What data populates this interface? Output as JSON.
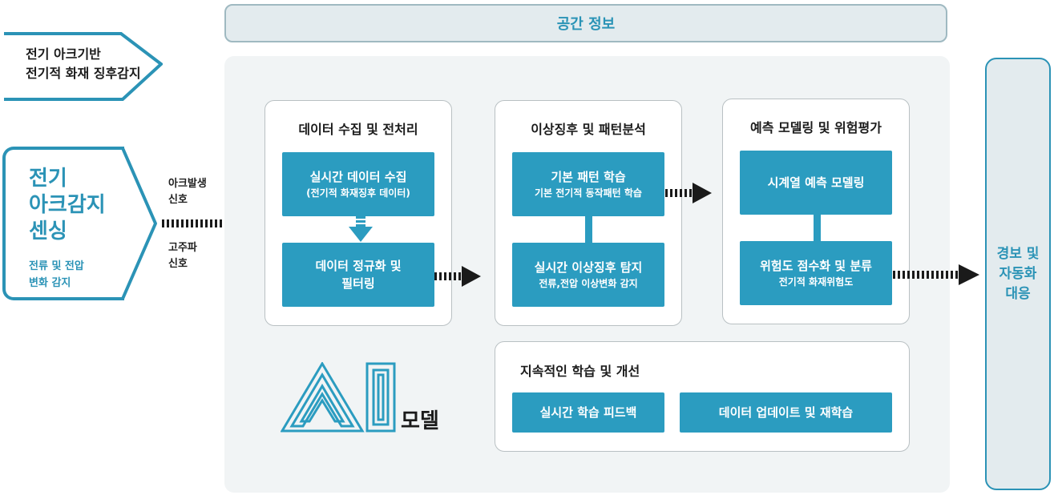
{
  "colors": {
    "accent": "#2b9cc0",
    "accent_dark": "#2b93b6",
    "panel": "#f1f4f5",
    "bar": "#e3ebee"
  },
  "top_bar": {
    "label": "공간 정보"
  },
  "title": {
    "line1": "전기 아크기반",
    "line2": "전기적 화재  징후감지"
  },
  "sensing": {
    "title1": "전기",
    "title2": "아크감지",
    "title3": "센싱",
    "sub1": "전류 및 전압",
    "sub2": "변화 감지"
  },
  "signals": {
    "arc1": "아크발생",
    "arc2": "신호",
    "hf1": "고주파",
    "hf2": "신호"
  },
  "stages": {
    "collect": {
      "title": "데이터 수집 및 전처리",
      "box1_l1": "실시간 데이터 수집",
      "box1_l2": "(전기적 화재징후 데이터)",
      "box2_l1": "데이터 정규화 및",
      "box2_l2": "필터링"
    },
    "pattern": {
      "title": "이상징후 및 패턴분석",
      "box1_l1": "기본 패턴 학습",
      "box1_l2": "기본 전기적 동작패턴 학습",
      "box2_l1": "실시간 이상징후 탐지",
      "box2_l2": "전류,전압 이상변화 감지"
    },
    "predict": {
      "title": "예측 모델링 및 위험평가",
      "box1_l1": "시계열 예측 모델링",
      "box2_l1": "위험도 점수화 및 분류",
      "box2_l2": "전기적 화재위험도"
    },
    "learning": {
      "title": "지속적인 학습 및 개선",
      "box1": "실시간 학습 피드백",
      "box2": "데이터 업데이트 및 재학습"
    }
  },
  "ai_model": {
    "logo_letters": "AI",
    "label": "모델"
  },
  "alert": {
    "line1": "경보 및",
    "line2": "자동화",
    "line3": "대응"
  }
}
